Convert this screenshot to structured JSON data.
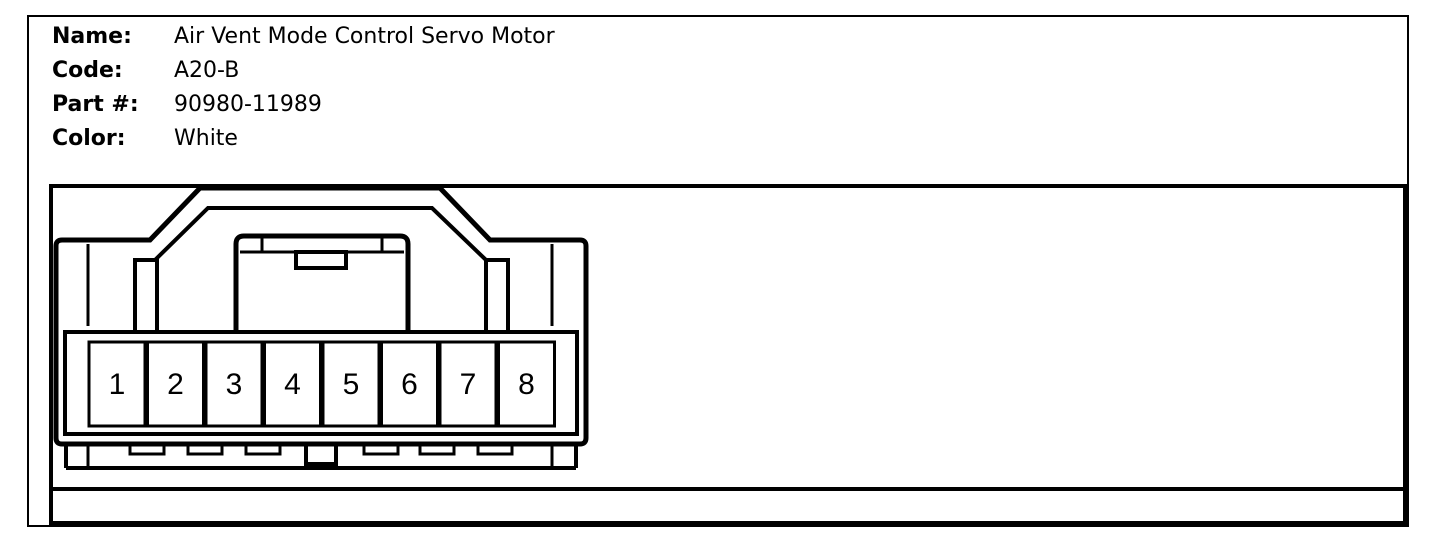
{
  "connector": {
    "name_label": "Name:",
    "name_value": "Air Vent Mode Control Servo Motor",
    "code_label": "Code:",
    "code_value": "A20-B",
    "part_label": "Part #:",
    "part_value": "90980-11989",
    "color_label": "Color:",
    "color_value": "White"
  },
  "pins": [
    "1",
    "2",
    "3",
    "4",
    "5",
    "6",
    "7",
    "8"
  ],
  "colors": {
    "line": "#000000",
    "background": "#ffffff"
  }
}
